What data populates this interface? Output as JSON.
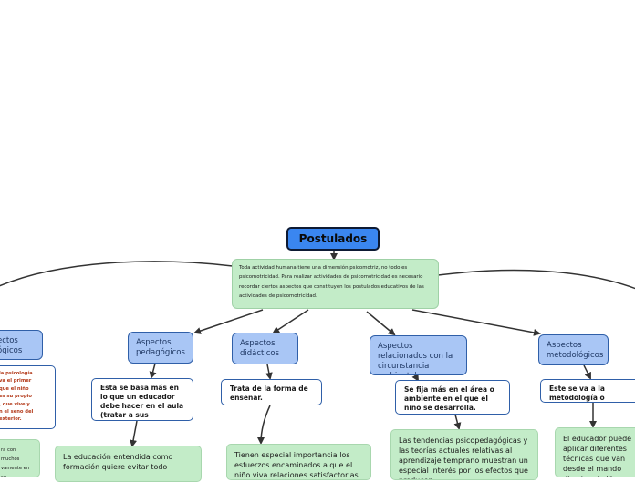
{
  "central": {
    "title": "Postulados",
    "description": "Toda actividad humana tiene una dimensión psicomotriz, no todo es psicomotricidad. Para realizar actividades de psicomotricidad es necesario recordar ciertos aspectos que constituyen los postulados educativos de las actividades de psicomotricidad."
  },
  "branches": {
    "left_partial": {
      "label": "ectos\nógicos",
      "note": "la psicología\nva el primer\nque el niño\nes su propio\n, que vive y\nn el seno del\nexterior.",
      "detail": "ra con muchos\nvamente en su"
    },
    "pedagogicos": {
      "label": "Aspectos pedagógicos",
      "note": "Esta se basa más en lo que un educador debe hacer en el aula (tratar a sus alumnos).",
      "detail": "La educación entendida como formación quiere evitar todo"
    },
    "didacticos": {
      "label": "Aspectos didácticos",
      "note": "Trata de la forma de enseñar.",
      "detail": "Tienen especial importancia los esfuerzos encaminados a que el niño viva relaciones satisfactorias y se"
    },
    "ambiental": {
      "label": "Aspectos relacionados con la circunstancia ambiental",
      "note": "Se fija más en el área o ambiente en el que el niño se desarrolla.",
      "detail": "Las tendencias psicopedagógicas y las teorías actuales relativas al aprendizaje temprano muestran un especial interés por los efectos que producen"
    },
    "metodologicos": {
      "label": "Aspectos metodológicos",
      "note": "Este se va a la metodología o técnica que se aplica.",
      "detail": "El educador puede aplicar diferentes técnicas que van desde el mando directo a la libre exploración."
    }
  }
}
